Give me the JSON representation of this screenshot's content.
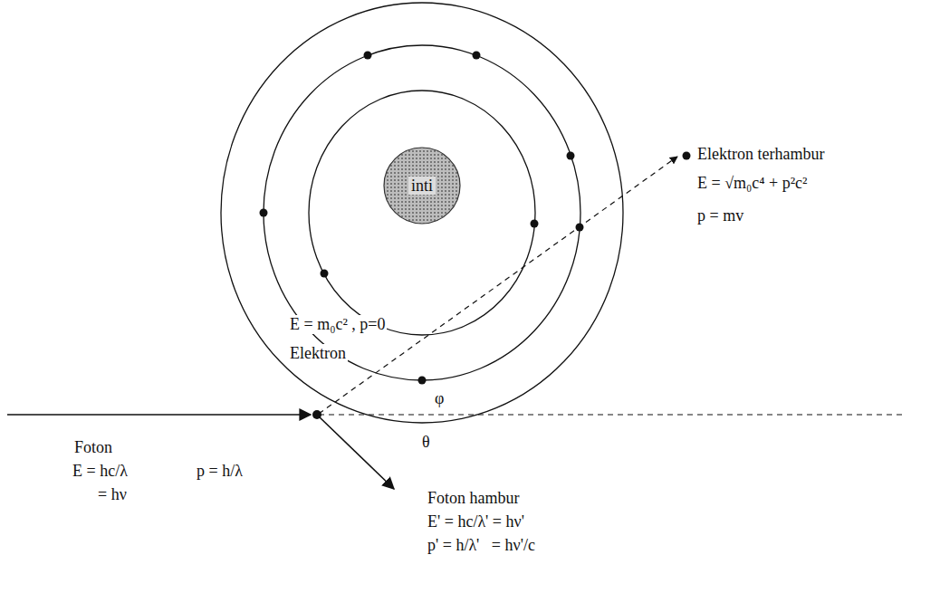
{
  "diagram": {
    "nodes": [
      {
        "text": [
          "inti"
        ]
      }
    ],
    "labels": [
      "Elektron terhambur",
      "E = √m₀c⁴ + p²c²",
      "p = mv",
      "E = m₀c² , p=0",
      "Elektron",
      "φ",
      "θ",
      "Foton",
      "E = hc/λ",
      "p = h/λ",
      "= hν",
      "Foton hambur",
      "E' = hc/λ' = hν'",
      "p' = h/λ'   = hν'/c"
    ]
  }
}
